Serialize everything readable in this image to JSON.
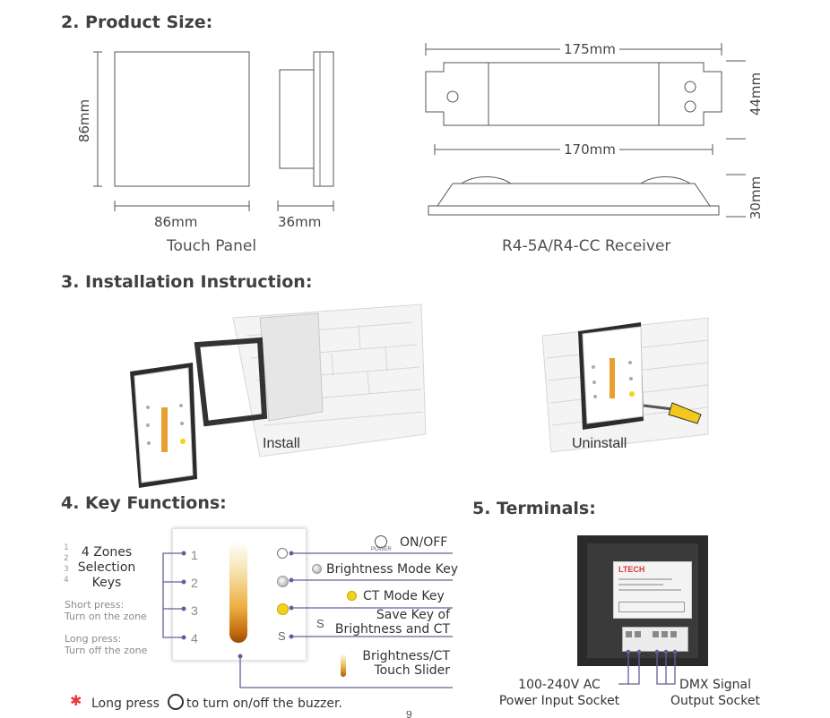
{
  "sections": {
    "product_size": "2. Product Size:",
    "installation": "3. Installation Instruction:",
    "key_functions": "4. Key Functions:",
    "terminals": "5. Terminals:"
  },
  "product_size": {
    "panel_height": "86mm",
    "panel_width": "86mm",
    "panel_depth": "36mm",
    "panel_caption": "Touch Panel",
    "receiver_length": "175mm",
    "receiver_inner_length": "170mm",
    "receiver_width": "44mm",
    "receiver_height": "30mm",
    "receiver_caption": "R4-5A/R4-CC Receiver"
  },
  "installation": {
    "install_label": "Install",
    "uninstall_label": "Uninstall"
  },
  "key_functions": {
    "zones_title": "4 Zones Selection Keys",
    "zones_line1": "4 Zones",
    "zones_line2": "Selection",
    "zones_line3": "Keys",
    "zone_numbers": [
      "1",
      "2",
      "3",
      "4"
    ],
    "short_press_title": "Short press:",
    "short_press_desc": "Turn on the zone",
    "long_press_title": "Long press:",
    "long_press_desc": "Turn off the zone",
    "onoff": "ON/OFF",
    "power_small": "POWER",
    "brightness_mode": "Brightness Mode Key",
    "ct_mode": "CT Mode Key",
    "save_line1": "Save Key of",
    "save_line2": "Brightness and CT",
    "slider_line1": "Brightness/CT",
    "slider_line2": "Touch Slider",
    "save_letter": "S",
    "note_star": "✱",
    "note_before": "Long press",
    "note_after": "to turn on/off the buzzer.",
    "colors": {
      "accent_red": "#e8393c",
      "ct_yellow": "#f2d21c",
      "line_purple": "#6b5a9a"
    }
  },
  "terminals": {
    "brand": "LTECH",
    "power_line1": "100-240V AC",
    "power_line2": "Power Input Socket",
    "dmx_line1": "DMX Signal",
    "dmx_line2": "Output Socket"
  },
  "page_number": "9"
}
